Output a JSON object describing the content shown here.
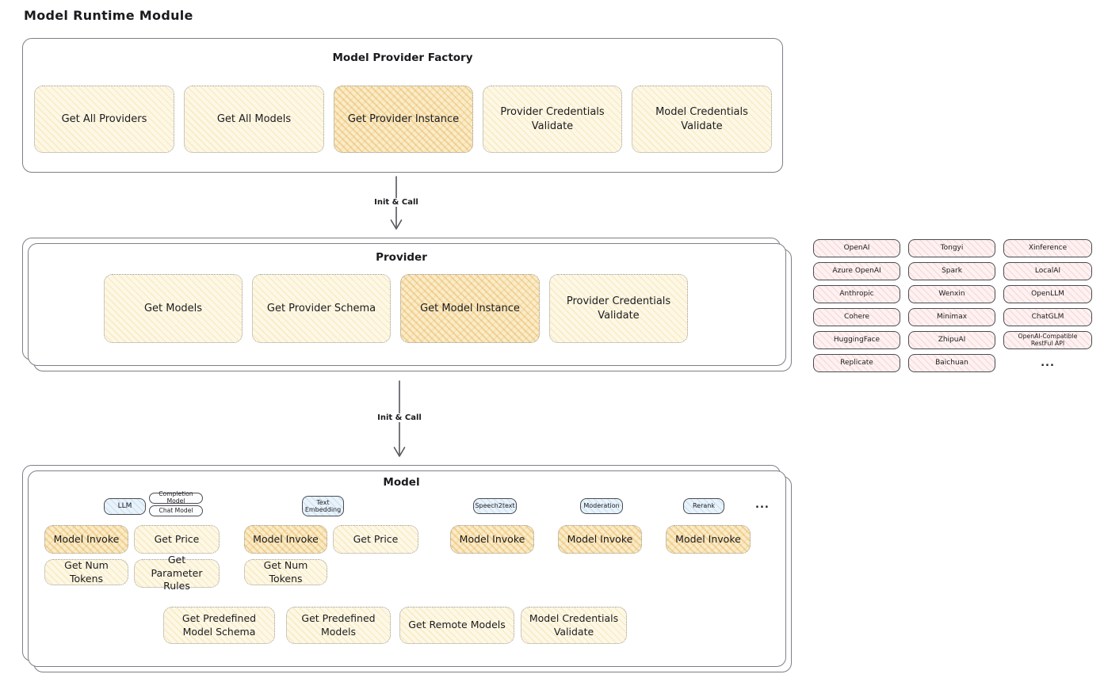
{
  "title": "Model Runtime Module",
  "factory": {
    "title": "Model Provider Factory",
    "buttons": [
      {
        "label": "Get All Providers",
        "highlight": false
      },
      {
        "label": "Get All Models",
        "highlight": false
      },
      {
        "label": "Get Provider Instance",
        "highlight": true
      },
      {
        "label": "Provider Credentials Validate",
        "highlight": false
      },
      {
        "label": "Model Credentials Validate",
        "highlight": false
      }
    ]
  },
  "arrows": [
    {
      "label": "Init & Call"
    },
    {
      "label": "Init & Call"
    }
  ],
  "provider": {
    "title": "Provider",
    "buttons": [
      {
        "label": "Get Models",
        "highlight": false
      },
      {
        "label": "Get Provider Schema",
        "highlight": false
      },
      {
        "label": "Get Model Instance",
        "highlight": true
      },
      {
        "label": "Provider Credentials Validate",
        "highlight": false
      }
    ]
  },
  "providers_list": {
    "items": [
      "OpenAI",
      "Tongyi",
      "Xinference",
      "Azure OpenAI",
      "Spark",
      "LocalAI",
      "Anthropic",
      "Wenxin",
      "OpenLLM",
      "Cohere",
      "Minimax",
      "ChatGLM",
      "HuggingFace",
      "ZhipuAI",
      "OpenAI-Compatible RestFul API",
      "Replicate",
      "Baichuan"
    ],
    "more": "..."
  },
  "model": {
    "title": "Model",
    "tabs": {
      "llm": "LLM",
      "completion": "Completion Model",
      "chat": "Chat Model",
      "text_embedding": "Text Embedding",
      "speech2text": "Speech2text",
      "moderation": "Moderation",
      "rerank": "Rerank",
      "more": "..."
    },
    "buttons": {
      "model_invoke": "Model Invoke",
      "get_price": "Get Price",
      "get_num_tokens": "Get Num Tokens",
      "get_parameter_rules": "Get Parameter Rules",
      "get_predefined_model_schema": "Get Predefined Model Schema",
      "get_predefined_models": "Get Predefined Models",
      "get_remote_models": "Get Remote Models",
      "model_credentials_validate": "Model Credentials Validate"
    }
  },
  "colors": {
    "yellow_fill": "#fdf8e6",
    "orange_fill": "#f9ecc9",
    "pink_fill": "#fdf2f1",
    "blue_fill": "#eaf3fa",
    "panel_border": "#7e7e86",
    "solid_border": "#494c52",
    "text": "#1b1b1f"
  }
}
